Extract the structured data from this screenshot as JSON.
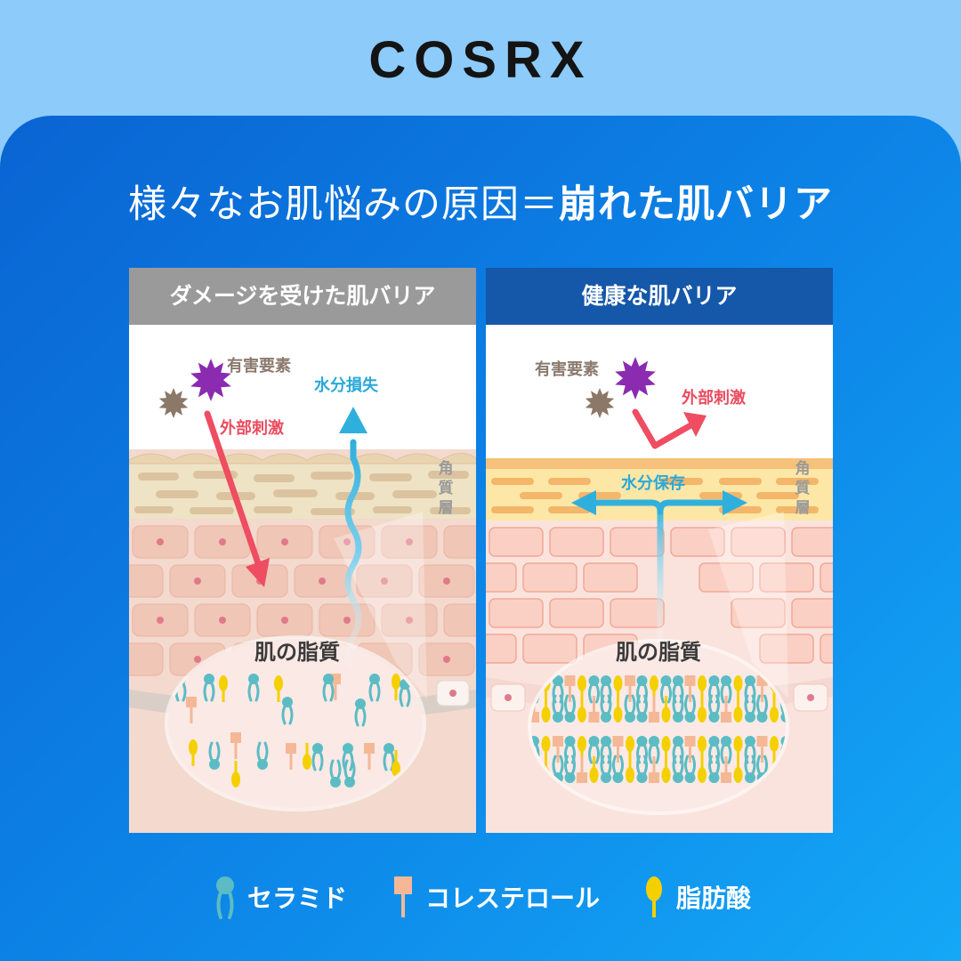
{
  "brand": {
    "logo": "COSRX"
  },
  "headline": {
    "normal": "様々なお肌悩みの原因＝",
    "bold": "崩れた肌バリア"
  },
  "panels": {
    "damaged": {
      "title": "ダメージを受けた肌バリア",
      "harmful": "有害要素",
      "stimulus": "外部刺激",
      "water": "水分損失",
      "layer": [
        "角",
        "質",
        "層"
      ],
      "lipid_title": "肌の脂質"
    },
    "healthy": {
      "title": "健康な肌バリア",
      "harmful": "有害要素",
      "stimulus": "外部刺激",
      "water": "水分保存",
      "layer": [
        "角",
        "質",
        "層"
      ],
      "lipid_title": "肌の脂質"
    }
  },
  "legend": {
    "ceramide": "セラミド",
    "cholesterol": "コレステロール",
    "fatty_acid": "脂肪酸"
  },
  "colors": {
    "ceramide": "#5bbcc4",
    "cholesterol": "#f4b896",
    "fatty_acid": "#f5d000",
    "harmful_purple": "#8a2bb0",
    "harmful_brown": "#8b7868",
    "stimulus_arrow": "#ee4d62",
    "water_arrow": "#2fb0dc",
    "damaged_header": "#9a9a9a",
    "healthy_header": "#1557a8"
  }
}
